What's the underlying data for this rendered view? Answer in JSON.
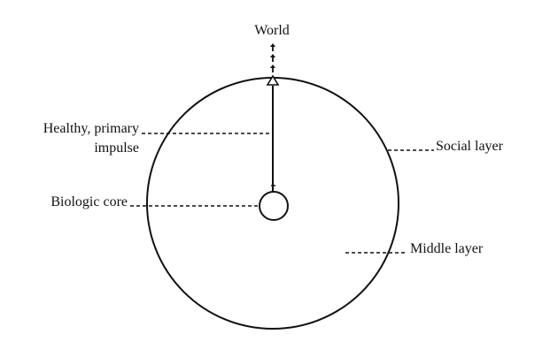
{
  "labels": {
    "world": "World",
    "healthy_line1": "Healthy, primary",
    "healthy_line2": "impulse",
    "biologic_core": "Biologic core",
    "social_layer": "Social layer",
    "middle_layer": "Middle layer"
  }
}
